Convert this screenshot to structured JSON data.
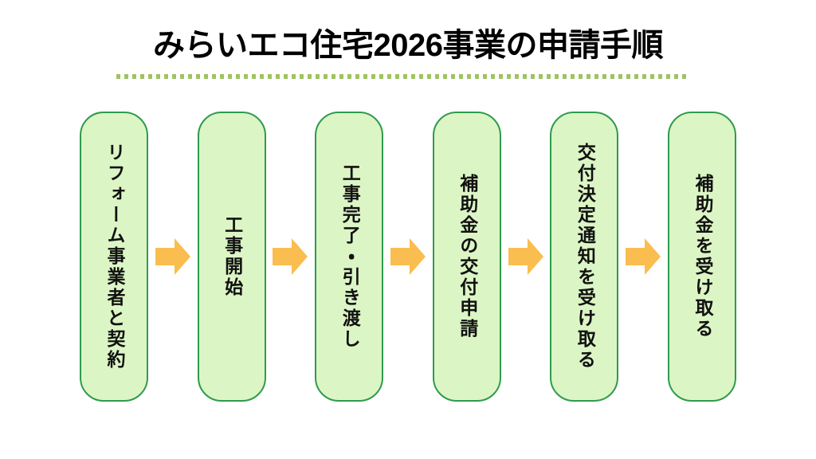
{
  "page": {
    "title": "みらいエコ住宅2026事業の申請手順",
    "background_color": "#ffffff",
    "divider_color": "#9fc362",
    "box_fill_color": "#dcf5c5",
    "box_border_color": "#2e9b4e",
    "arrow_color": "#f9be4f",
    "title_color": "#000000",
    "text_color": "#111111"
  },
  "flow": {
    "orientation": "horizontal-left-to-right",
    "text_direction": "vertical",
    "steps": [
      {
        "index": 1,
        "label": "リフォーム事業者と契約"
      },
      {
        "index": 2,
        "label": "工事開始"
      },
      {
        "index": 3,
        "label": "工事完了・引き渡し"
      },
      {
        "index": 4,
        "label": "補助金の交付申請"
      },
      {
        "index": 5,
        "label": "交付決定通知を受け取る"
      },
      {
        "index": 6,
        "label": "補助金を受け取る"
      }
    ],
    "connectors": [
      {
        "index": 1,
        "icon": "arrow-right-icon"
      },
      {
        "index": 2,
        "icon": "arrow-right-icon"
      },
      {
        "index": 3,
        "icon": "arrow-right-icon"
      },
      {
        "index": 4,
        "icon": "arrow-right-icon"
      },
      {
        "index": 5,
        "icon": "arrow-right-icon"
      }
    ]
  }
}
